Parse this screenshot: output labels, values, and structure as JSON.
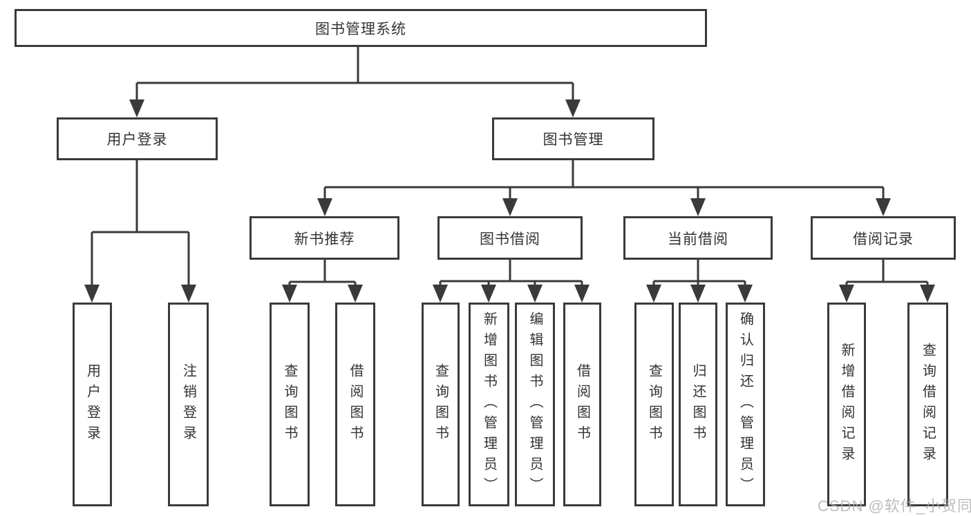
{
  "diagram_type": "hierarchy-tree",
  "colors": {
    "line": "#3a3a3a",
    "box_border": "#3a3a3a",
    "text": "#333333",
    "background": "#ffffff",
    "watermark": "#acacac"
  },
  "root": {
    "label": "图书管理系统"
  },
  "branches": [
    {
      "label": "用户登录",
      "children": [
        {
          "label": "用户登录"
        },
        {
          "label": "注销登录"
        }
      ]
    },
    {
      "label": "图书管理",
      "children": [
        {
          "label": "新书推荐",
          "children": [
            {
              "label": "查询图书"
            },
            {
              "label": "借阅图书"
            }
          ]
        },
        {
          "label": "图书借阅",
          "children": [
            {
              "label": "查询图书"
            },
            {
              "label": "新增图书（管理员）"
            },
            {
              "label": "编辑图书（管理员）"
            },
            {
              "label": "借阅图书"
            }
          ]
        },
        {
          "label": "当前借阅",
          "children": [
            {
              "label": "查询图书"
            },
            {
              "label": "归还图书"
            },
            {
              "label": "确认归还（管理员）"
            }
          ]
        },
        {
          "label": "借阅记录",
          "children": [
            {
              "label": "新增借阅记录"
            },
            {
              "label": "查询借阅记录"
            }
          ]
        }
      ]
    }
  ],
  "watermark": {
    "text": "CSDN @软件_小贺同学"
  }
}
